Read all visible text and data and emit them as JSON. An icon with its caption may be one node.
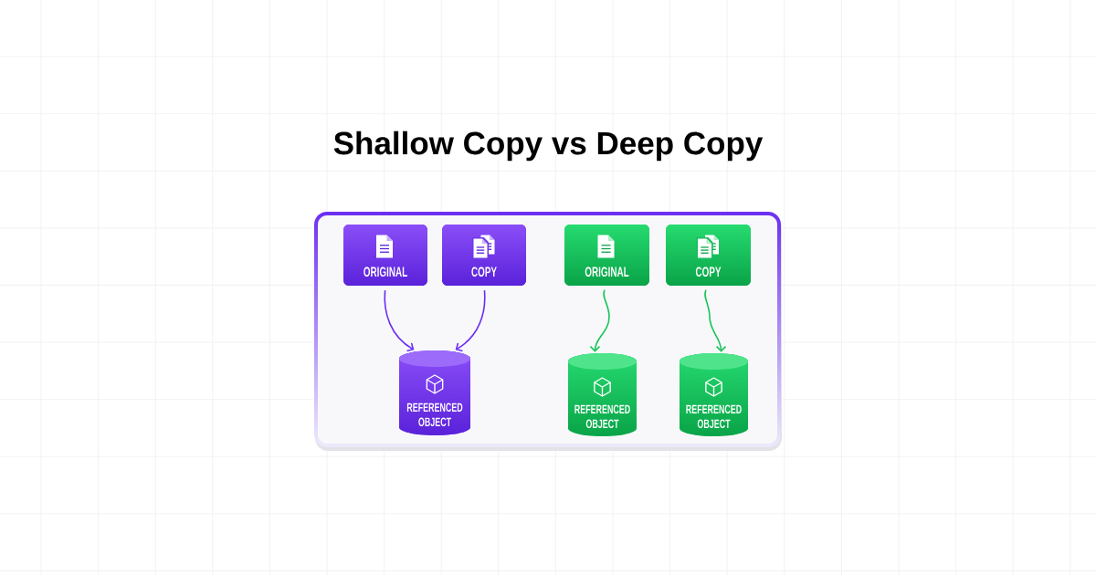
{
  "diagram": {
    "title": "Shallow Copy vs Deep Copy",
    "nodes": [
      {
        "text": [],
        "shape": "box"
      },
      {
        "text": [
          "ORIGINAL"
        ],
        "in": 0
      },
      {
        "text": [
          "COPY"
        ],
        "in": 0
      },
      {
        "text": [
          "ORIGINAL"
        ],
        "in": 0
      },
      {
        "text": [
          "COPY"
        ],
        "in": 0
      },
      {
        "text": [
          "REFERENCED OBJECT"
        ],
        "in": 0
      },
      {
        "text": [
          "REFERENCED OBJECT"
        ],
        "in": 0
      },
      {
        "text": [
          "REFERENCED OBJECT"
        ],
        "in": 0
      }
    ],
    "edges": [
      {
        "from": 1,
        "to": 5,
        "arrow": "to",
        "color": "#6a2cf5"
      },
      {
        "from": 2,
        "to": 5,
        "arrow": "to",
        "color": "#6a2cf5"
      },
      {
        "from": 3,
        "to": 6,
        "arrow": "to",
        "color": "#19c45a"
      },
      {
        "from": 4,
        "to": 7,
        "arrow": "to",
        "color": "#19c45a"
      }
    ]
  }
}
